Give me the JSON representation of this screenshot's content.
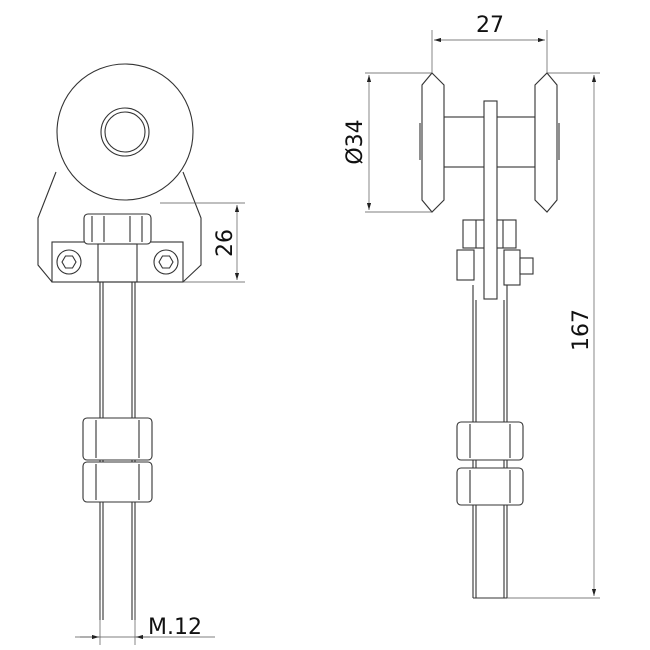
{
  "dimensions": {
    "width": "27",
    "wheel_diameter": "Ø34",
    "bracket_height": "26",
    "total_height": "167",
    "thread": "M.12"
  }
}
